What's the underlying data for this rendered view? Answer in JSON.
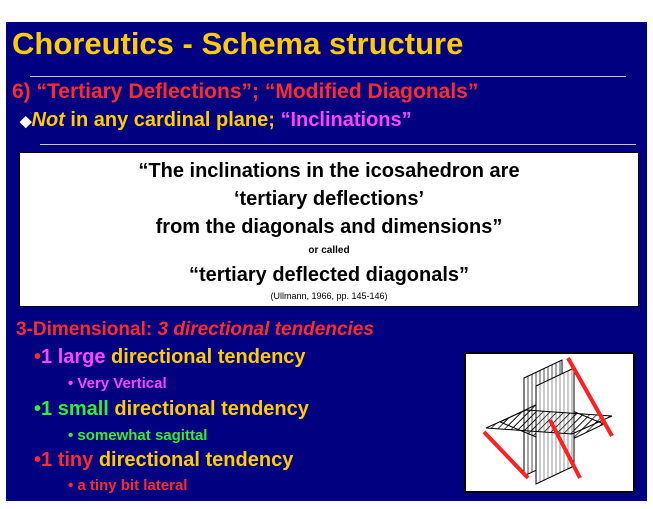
{
  "title": "Choreutics - Schema structure",
  "heading": "6) “Tertiary Deflections”; “Modified Diagonals”",
  "sub": {
    "bullet": "◆",
    "not": "Not",
    "rest": " in any cardinal plane; ",
    "inclinations": "“Inclinations”"
  },
  "quote": {
    "line1": "“The inclinations in the icosahedron are",
    "line2": "‘tertiary deflections’",
    "line3": "from the diagonals and dimensions”",
    "or_called": "or called",
    "line4": "“tertiary deflected diagonals”",
    "citation": "(Ullmann, 1966, pp. 145-146)"
  },
  "dimensional": {
    "label": "3-Dimensional: ",
    "value": "3 directional tendencies"
  },
  "tendencies": [
    {
      "bullet": "•",
      "count": "1 large",
      "text": " directional tendency",
      "detail": "• Very Vertical"
    },
    {
      "bullet": "•",
      "count": "1 small",
      "text": " directional tendency",
      "detail": "• somewhat sagittal"
    },
    {
      "bullet": "•",
      "count": "1 tiny",
      "text": " directional tendency",
      "detail": "• a tiny bit lateral"
    }
  ],
  "colors": {
    "background": "#000080",
    "title": "#ffcc00",
    "red": "#ff2a2a",
    "magenta": "#ff44ff",
    "green": "#33ee33",
    "white": "#ffffff"
  },
  "figure": {
    "icon": "icosahedron-planes-diagram"
  }
}
